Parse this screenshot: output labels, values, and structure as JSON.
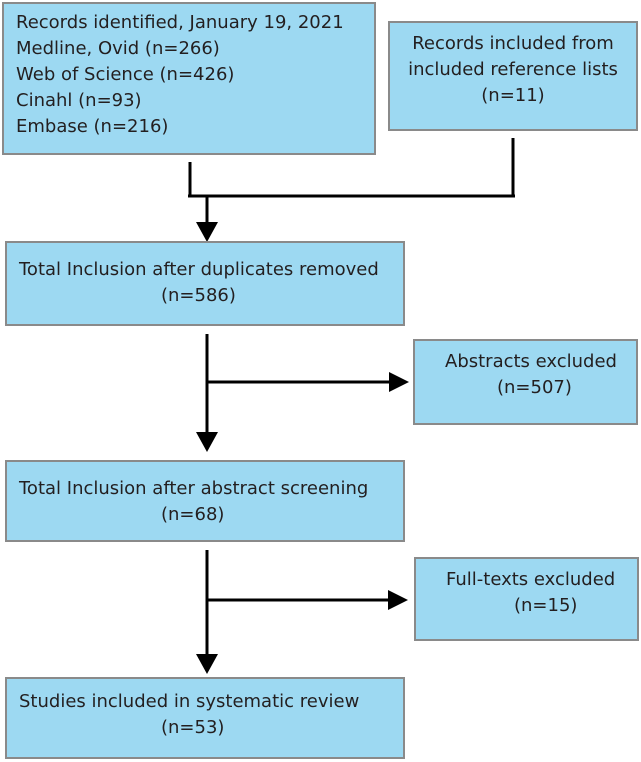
{
  "boxes": {
    "identified": {
      "lines": [
        "Records identified, January 19, 2021",
        "Medline, Ovid (n=266)",
        "Web of Science (n=426)",
        "Cinahl (n=93)",
        "Embase (n=216)"
      ]
    },
    "reference_lists": {
      "lines": [
        "Records included from",
        "included reference lists",
        "(n=11)"
      ]
    },
    "after_duplicates": {
      "lines": [
        "Total Inclusion after duplicates removed",
        "(n=586)"
      ]
    },
    "abstracts_excluded": {
      "lines": [
        "Abstracts excluded",
        "(n=507)"
      ]
    },
    "after_abstract": {
      "lines": [
        "Total Inclusion after abstract screening",
        "(n=68)"
      ]
    },
    "fulltexts_excluded": {
      "lines": [
        "Full-texts excluded",
        "(n=15)"
      ]
    },
    "included": {
      "lines": [
        "Studies included in systematic review",
        "(n=53)"
      ]
    }
  },
  "colors": {
    "box_fill": "#9dd9f2",
    "box_border": "#8a8a8a",
    "connector": "#000000",
    "text": "#231f20"
  }
}
